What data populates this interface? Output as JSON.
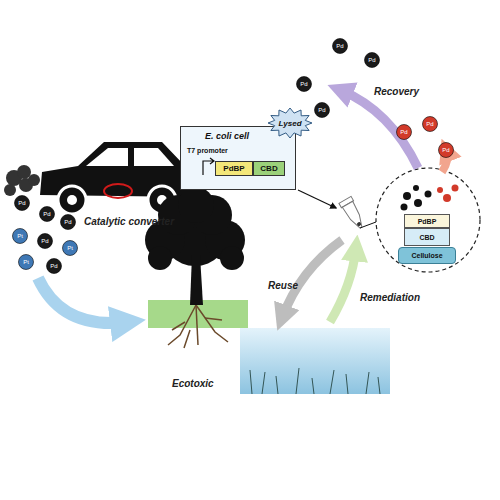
{
  "diagram": {
    "nodes": [
      {
        "text": [
          "E. coli cell",
          "T7 promoter"
        ]
      },
      {
        "text": [
          "PdBP"
        ],
        "in": 0
      },
      {
        "text": [
          "CBD"
        ],
        "in": 0
      },
      {
        "text": [
          "Lysed"
        ]
      },
      {
        "text": [
          "PdBP"
        ]
      },
      {
        "text": [
          "CBD"
        ]
      },
      {
        "text": [
          "Cellulose"
        ]
      },
      {
        "text": [
          "Pd"
        ]
      },
      {
        "text": [
          "Pd"
        ]
      },
      {
        "text": [
          "Pt"
        ]
      },
      {
        "text": [
          "Pd"
        ]
      },
      {
        "text": [
          "Pd"
        ]
      },
      {
        "text": [
          "Pt"
        ]
      },
      {
        "text": [
          "Pt"
        ]
      },
      {
        "text": [
          "Pd"
        ]
      },
      {
        "text": [
          "Pd"
        ]
      },
      {
        "text": [
          "Pd"
        ]
      },
      {
        "text": [
          "Pd"
        ]
      },
      {
        "text": [
          "Pd"
        ]
      },
      {
        "text": [
          "Pd"
        ]
      },
      {
        "text": [
          "Pd"
        ]
      },
      {
        "text": [
          "Pd"
        ]
      }
    ],
    "labels": [
      "Catalytic converter",
      "Ecotoxic",
      "Recovery",
      "Reuse",
      "Remediation"
    ]
  }
}
